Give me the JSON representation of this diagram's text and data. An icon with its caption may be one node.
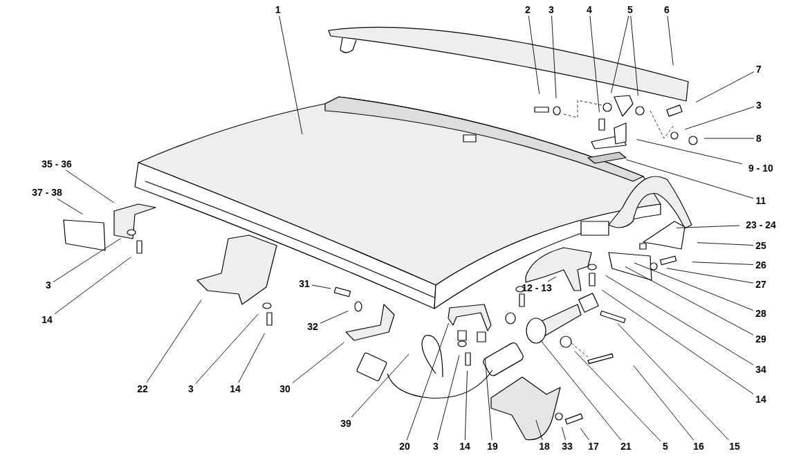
{
  "diagram": {
    "nodes": [
      {
        "text": [
          "1"
        ]
      },
      {
        "text": [
          "2"
        ]
      },
      {
        "text": [
          "3"
        ]
      },
      {
        "text": [
          "4"
        ]
      },
      {
        "text": [
          "5"
        ]
      },
      {
        "text": [
          "6"
        ]
      },
      {
        "text": [
          "7"
        ]
      },
      {
        "text": [
          "3"
        ]
      },
      {
        "text": [
          "8"
        ]
      },
      {
        "text": [
          "9 - 10"
        ]
      },
      {
        "text": [
          "11"
        ]
      },
      {
        "text": [
          "23 - 24"
        ]
      },
      {
        "text": [
          "25"
        ]
      },
      {
        "text": [
          "26"
        ]
      },
      {
        "text": [
          "27"
        ]
      },
      {
        "text": [
          "28"
        ]
      },
      {
        "text": [
          "29"
        ]
      },
      {
        "text": [
          "34"
        ]
      },
      {
        "text": [
          "14"
        ]
      },
      {
        "text": [
          "35 - 36"
        ]
      },
      {
        "text": [
          "37 - 38"
        ]
      },
      {
        "text": [
          "3"
        ]
      },
      {
        "text": [
          "14"
        ]
      },
      {
        "text": [
          "31"
        ]
      },
      {
        "text": [
          "32"
        ]
      },
      {
        "text": [
          "12 - 13"
        ]
      },
      {
        "text": [
          "22"
        ]
      },
      {
        "text": [
          "3"
        ]
      },
      {
        "text": [
          "14"
        ]
      },
      {
        "text": [
          "30"
        ]
      },
      {
        "text": [
          "39"
        ]
      },
      {
        "text": [
          "20"
        ]
      },
      {
        "text": [
          "3"
        ]
      },
      {
        "text": [
          "14"
        ]
      },
      {
        "text": [
          "19"
        ]
      },
      {
        "text": [
          "18"
        ]
      },
      {
        "text": [
          "33"
        ]
      },
      {
        "text": [
          "17"
        ]
      },
      {
        "text": [
          "21"
        ]
      },
      {
        "text": [
          "5"
        ]
      },
      {
        "text": [
          "16"
        ]
      },
      {
        "text": [
          "15"
        ]
      }
    ],
    "edges": [
      {
        "from": 0,
        "to": null,
        "arrow": "none"
      },
      {
        "from": 1,
        "to": null,
        "arrow": "none"
      },
      {
        "from": 2,
        "to": null,
        "arrow": "none"
      },
      {
        "from": 3,
        "to": null,
        "arrow": "none"
      },
      {
        "from": 4,
        "to": null,
        "arrow": "none"
      },
      {
        "from": 4,
        "to": null,
        "arrow": "none"
      },
      {
        "from": 5,
        "to": null,
        "arrow": "none"
      },
      {
        "from": 6,
        "to": null,
        "arrow": "none"
      },
      {
        "from": 7,
        "to": null,
        "arrow": "none"
      },
      {
        "from": 8,
        "to": null,
        "arrow": "none"
      },
      {
        "from": 9,
        "to": null,
        "arrow": "none"
      },
      {
        "from": 10,
        "to": null,
        "arrow": "none"
      },
      {
        "from": 11,
        "to": null,
        "arrow": "none"
      },
      {
        "from": 12,
        "to": null,
        "arrow": "none"
      },
      {
        "from": 13,
        "to": null,
        "arrow": "none"
      },
      {
        "from": 14,
        "to": null,
        "arrow": "none"
      },
      {
        "from": 15,
        "to": null,
        "arrow": "none"
      },
      {
        "from": 16,
        "to": null,
        "arrow": "none"
      },
      {
        "from": 17,
        "to": null,
        "arrow": "none"
      },
      {
        "from": 18,
        "to": null,
        "arrow": "none"
      },
      {
        "from": 19,
        "to": null,
        "arrow": "none"
      },
      {
        "from": 20,
        "to": null,
        "arrow": "none"
      },
      {
        "from": 21,
        "to": null,
        "arrow": "none"
      },
      {
        "from": 22,
        "to": null,
        "arrow": "none"
      },
      {
        "from": 23,
        "to": null,
        "arrow": "none"
      },
      {
        "from": 24,
        "to": null,
        "arrow": "none"
      },
      {
        "from": 25,
        "to": null,
        "arrow": "none"
      },
      {
        "from": 26,
        "to": null,
        "arrow": "none"
      },
      {
        "from": 27,
        "to": null,
        "arrow": "none"
      },
      {
        "from": 28,
        "to": null,
        "arrow": "none"
      },
      {
        "from": 29,
        "to": null,
        "arrow": "none"
      },
      {
        "from": 30,
        "to": null,
        "arrow": "none"
      },
      {
        "from": 31,
        "to": null,
        "arrow": "none"
      },
      {
        "from": 32,
        "to": null,
        "arrow": "none"
      },
      {
        "from": 33,
        "to": null,
        "arrow": "none"
      },
      {
        "from": 34,
        "to": null,
        "arrow": "none"
      },
      {
        "from": 35,
        "to": null,
        "arrow": "none"
      },
      {
        "from": 36,
        "to": null,
        "arrow": "none"
      },
      {
        "from": 37,
        "to": null,
        "arrow": "none"
      },
      {
        "from": 38,
        "to": null,
        "arrow": "none"
      },
      {
        "from": 39,
        "to": null,
        "arrow": "none"
      },
      {
        "from": 40,
        "to": null,
        "arrow": "none"
      },
      {
        "from": 41,
        "to": null,
        "arrow": "none"
      }
    ]
  }
}
